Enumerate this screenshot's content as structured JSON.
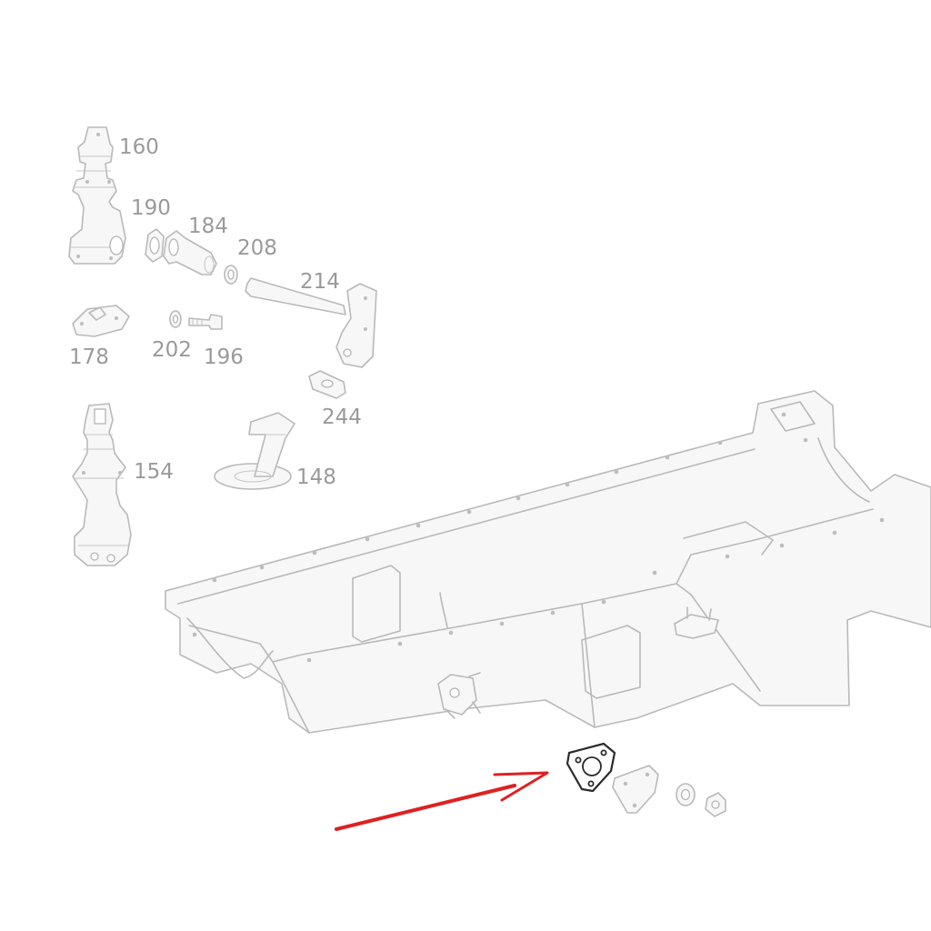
{
  "diagram": {
    "callouts": {
      "c160": "160",
      "c190": "190",
      "c184": "184",
      "c208": "208",
      "c214": "214",
      "c178": "178",
      "c202": "202",
      "c196": "196",
      "c244": "244",
      "c154": "154",
      "c148": "148"
    },
    "colors": {
      "line_art": "#b9b9b9",
      "highlighted_part": "#2b2b2b",
      "arrow": "#e02020",
      "callout_text": "#9a9a9a"
    }
  }
}
